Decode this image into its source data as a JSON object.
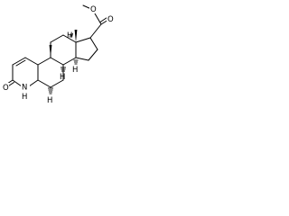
{
  "colors": {
    "background": "#ffffff",
    "ink": "#000000"
  },
  "atom_labels": {
    "carbonyl_o": "O",
    "lactam_o": "O",
    "ester_o": "O",
    "n": "N",
    "nh_h": "H",
    "c5_h": "H",
    "c8_h": "H",
    "c9_h": "H",
    "c14_h": "H"
  }
}
